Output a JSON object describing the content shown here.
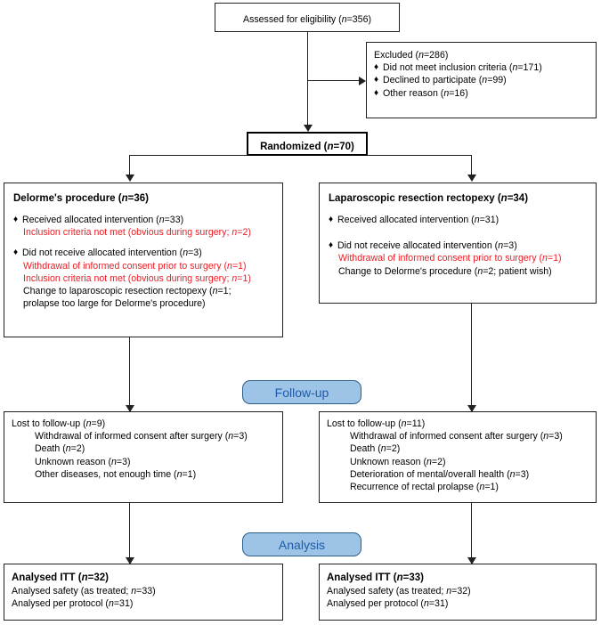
{
  "diagram": {
    "type": "consort-flow-diagram",
    "bullet_glyph": "♦",
    "colors": {
      "box_border": "#231f20",
      "text": "#000000",
      "highlight_red": "#ed1c24",
      "banner_fill": "#9dc3e6",
      "banner_border": "#2e5f8a",
      "banner_text": "#1f5bad"
    }
  },
  "enrollment": {
    "assessed": {
      "text": "Assessed for eligibility (n=356)",
      "label": "Assessed for eligibility (",
      "n_italic": "n",
      "n_value": "=356)"
    },
    "excluded": {
      "title_pre": "Excluded (",
      "title_n": "n",
      "title_post": "=286)",
      "reasons": [
        {
          "text": "Did not meet inclusion criteria (",
          "n": "n",
          "post": "=171)"
        },
        {
          "text": "Declined to participate (",
          "n": "n",
          "post": "=99)"
        },
        {
          "text": "Other reason (",
          "n": "n",
          "post": "=16)"
        }
      ]
    },
    "randomized": {
      "pre": "Randomized (",
      "n": "n",
      "post": "=70)"
    }
  },
  "allocation": {
    "left": {
      "title_pre": "Delorme's procedure (",
      "title_n": "n",
      "title_post": "=36)",
      "items": [
        {
          "bullet": true,
          "pre": "Received allocated intervention (",
          "n": "n",
          "post": "=33)",
          "color": "black"
        },
        {
          "bullet": false,
          "indent": 1,
          "pre": "Inclusion criteria not met (obvious during surgery; ",
          "n": "n",
          "post": "=2)",
          "color": "red"
        },
        {
          "bullet": true,
          "pre": "Did not receive allocated intervention (",
          "n": "n",
          "post": "=3)",
          "color": "black"
        },
        {
          "bullet": false,
          "indent": 1,
          "pre": "Withdrawal of informed consent prior to surgery (",
          "n": "n",
          "post": "=1)",
          "color": "red"
        },
        {
          "bullet": false,
          "indent": 1,
          "pre": "Inclusion criteria not met (obvious during surgery; ",
          "n": "n",
          "post": "=1)",
          "color": "red"
        },
        {
          "bullet": false,
          "indent": 1,
          "pre": "Change to laparoscopic resection rectopexy (",
          "n": "n",
          "post": "=1;",
          "color": "black"
        },
        {
          "bullet": false,
          "indent": 1,
          "pre": "prolapse too large for Delorme's procedure)",
          "n": "",
          "post": "",
          "color": "black"
        }
      ]
    },
    "right": {
      "title_pre": "Laparoscopic resection rectopexy (",
      "title_n": "n",
      "title_post": "=34)",
      "items": [
        {
          "bullet": true,
          "pre": "Received allocated intervention (",
          "n": "n",
          "post": "=31)",
          "color": "black"
        },
        {
          "bullet": true,
          "pre": "Did not receive allocated intervention (",
          "n": "n",
          "post": "=3)",
          "color": "black"
        },
        {
          "bullet": false,
          "indent": 1,
          "pre": "Withdrawal of informed consent prior to surgery (",
          "n": "n",
          "post": "=1)",
          "color": "red"
        },
        {
          "bullet": false,
          "indent": 1,
          "pre": "Change to Delorme's procedure (",
          "n": "n",
          "post": "=2; patient wish)",
          "color": "black"
        }
      ]
    }
  },
  "followup": {
    "banner": "Follow-up",
    "left": {
      "title_pre": "Lost to follow-up (",
      "title_n": "n",
      "title_post": "=9)",
      "reasons": [
        {
          "pre": "Withdrawal of informed consent after surgery (",
          "n": "n",
          "post": "=3)"
        },
        {
          "pre": "Death (",
          "n": "n",
          "post": "=2)"
        },
        {
          "pre": "Unknown reason (",
          "n": "n",
          "post": "=3)"
        },
        {
          "pre": "Other diseases, not enough time (",
          "n": "n",
          "post": "=1)"
        }
      ]
    },
    "right": {
      "title_pre": "Lost to follow-up (",
      "title_n": "n",
      "title_post": "=11)",
      "reasons": [
        {
          "pre": "Withdrawal of informed consent after surgery (",
          "n": "n",
          "post": "=3)"
        },
        {
          "pre": "Death (",
          "n": "n",
          "post": "=2)"
        },
        {
          "pre": "Unknown reason (",
          "n": "n",
          "post": "=2)"
        },
        {
          "pre": "Deterioration of mental/overall health (",
          "n": "n",
          "post": "=3)"
        },
        {
          "pre": "Recurrence of rectal prolapse (",
          "n": "n",
          "post": "=1)"
        }
      ]
    }
  },
  "analysis": {
    "banner": "Analysis",
    "left": {
      "title_pre": "Analysed ITT (",
      "title_n": "n",
      "title_post": "=32)",
      "lines": [
        {
          "pre": "Analysed safety (as treated; ",
          "n": "n",
          "post": "=33)"
        },
        {
          "pre": "Analysed per protocol (",
          "n": "n",
          "post": "=31)"
        }
      ]
    },
    "right": {
      "title_pre": "Analysed ITT (",
      "title_n": "n",
      "title_post": "=33)",
      "lines": [
        {
          "pre": "Analysed safety (as treated; ",
          "n": "n",
          "post": "=32)"
        },
        {
          "pre": "Analysed per protocol (",
          "n": "n",
          "post": "=31)"
        }
      ]
    }
  }
}
